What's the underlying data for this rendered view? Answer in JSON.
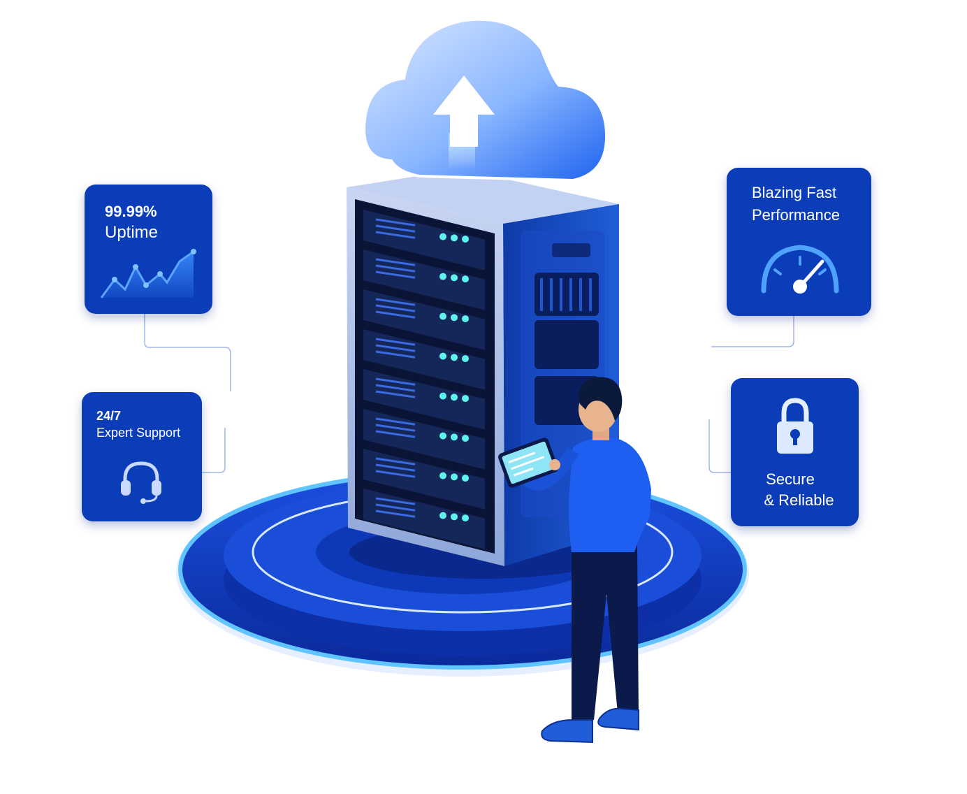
{
  "cards": {
    "uptime": {
      "line1": "99.99%",
      "line2": "Uptime",
      "icon": "uptime-chart-icon"
    },
    "support": {
      "line1": "24/7",
      "line2": "Expert Support",
      "icon": "headset-icon"
    },
    "performance": {
      "line1": "Blazing Fast",
      "line2": "Performance",
      "icon": "speedometer-icon"
    },
    "secure": {
      "line1": "Secure",
      "line2": "& Reliable",
      "icon": "padlock-icon"
    }
  },
  "illustration": {
    "elements": [
      "cloud-upload-icon",
      "server-rack",
      "technician-with-tablet",
      "glowing-platform"
    ]
  },
  "colors": {
    "card_bg": "#0b3db8",
    "accent_blue": "#1e5ef0",
    "light_blue": "#8fc0ff",
    "cyan_led": "#5ff3ee",
    "navy": "#0b1a4a"
  }
}
